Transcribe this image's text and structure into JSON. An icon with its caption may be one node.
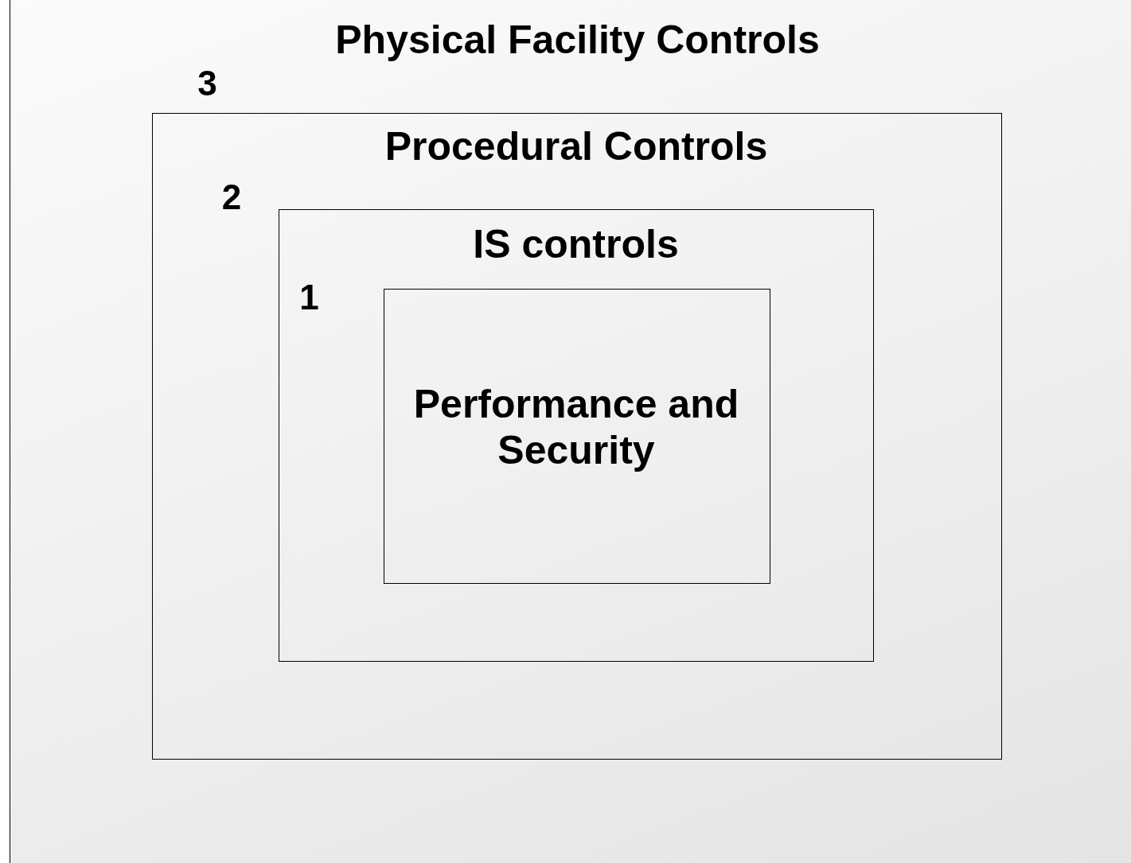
{
  "diagram": {
    "nodes": [
      {
        "text": [
          "Physical Facility Controls",
          "3"
        ]
      },
      {
        "text": [
          "Procedural Controls",
          "2"
        ],
        "in": 0
      },
      {
        "text": [
          "IS controls",
          "1"
        ],
        "in": 1
      },
      {
        "text": [
          "Performance and Security"
        ],
        "in": 2
      }
    ]
  }
}
